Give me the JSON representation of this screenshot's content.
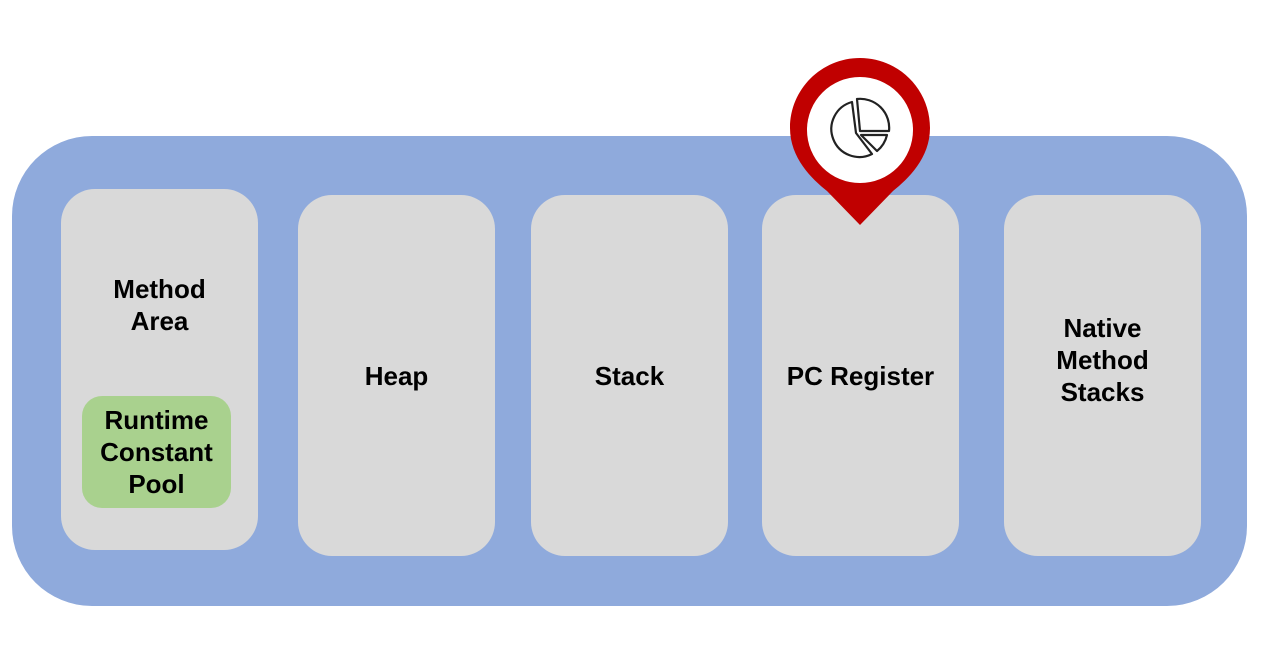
{
  "diagram": {
    "blocks": {
      "method_area": "Method\nArea",
      "runtime_constant_pool": "Runtime\nConstant\nPool",
      "heap": "Heap",
      "stack": "Stack",
      "pc_register": "PC Register",
      "native_method_stacks": "Native\nMethod\nStacks"
    },
    "colors": {
      "container": "#8faadc",
      "block": "#d9d9d9",
      "pool": "#a9d18e",
      "pin": "#c00000"
    },
    "marker": {
      "icon": "pie-chart-icon",
      "target": "PC Register"
    }
  }
}
